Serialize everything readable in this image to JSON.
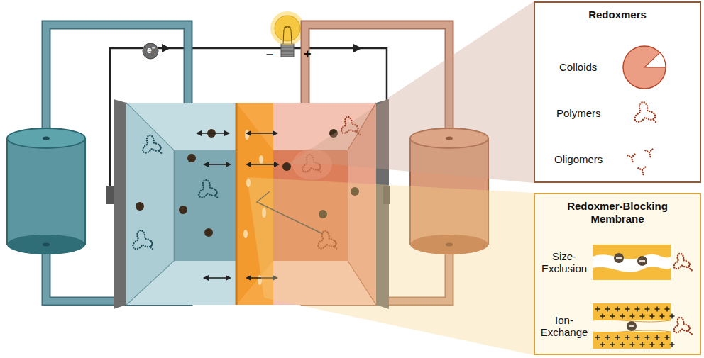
{
  "diagram": {
    "nodes": [
      {
        "text": [
          "Redoxmers"
        ]
      },
      {
        "text": [
          "Redoxmer-Blocking Membrane"
        ]
      }
    ],
    "labels": [
      "e⁻",
      "–",
      "+",
      "Colloids",
      "Polymers",
      "Oligomers",
      "Size-Exclusion",
      "Ion-Exchange"
    ]
  }
}
